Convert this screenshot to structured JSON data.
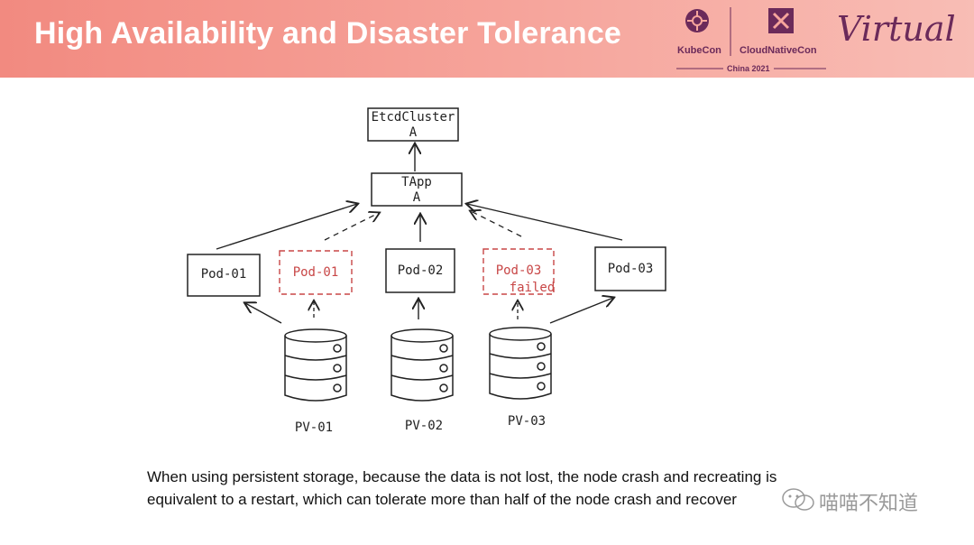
{
  "header": {
    "title": "High Availability and Disaster Tolerance",
    "logo": {
      "kubecon": "KubeCon",
      "cloudnativecon": "CloudNativeCon",
      "event": "China 2021",
      "edition": "Virtual"
    }
  },
  "diagram": {
    "etcd": [
      "EtcdCluster",
      "A"
    ],
    "tapp": [
      "TApp",
      "A"
    ],
    "pods": [
      {
        "label": "Pod-01",
        "status": ""
      },
      {
        "label": "Pod-01",
        "status": ""
      },
      {
        "label": "Pod-02",
        "status": ""
      },
      {
        "label": "Pod-03",
        "status": "failed"
      },
      {
        "label": "Pod-03",
        "status": ""
      }
    ],
    "volumes": [
      "PV-01",
      "PV-02",
      "PV-03"
    ]
  },
  "caption": "When using persistent storage, because the data is not lost, the node crash and recreating is equivalent to a restart, which can tolerate more than half of the node crash and recover",
  "watermark": "喵喵不知道",
  "colors": {
    "header": "#f28a80",
    "failed": "#c84646",
    "brand": "#6b2a5a"
  }
}
